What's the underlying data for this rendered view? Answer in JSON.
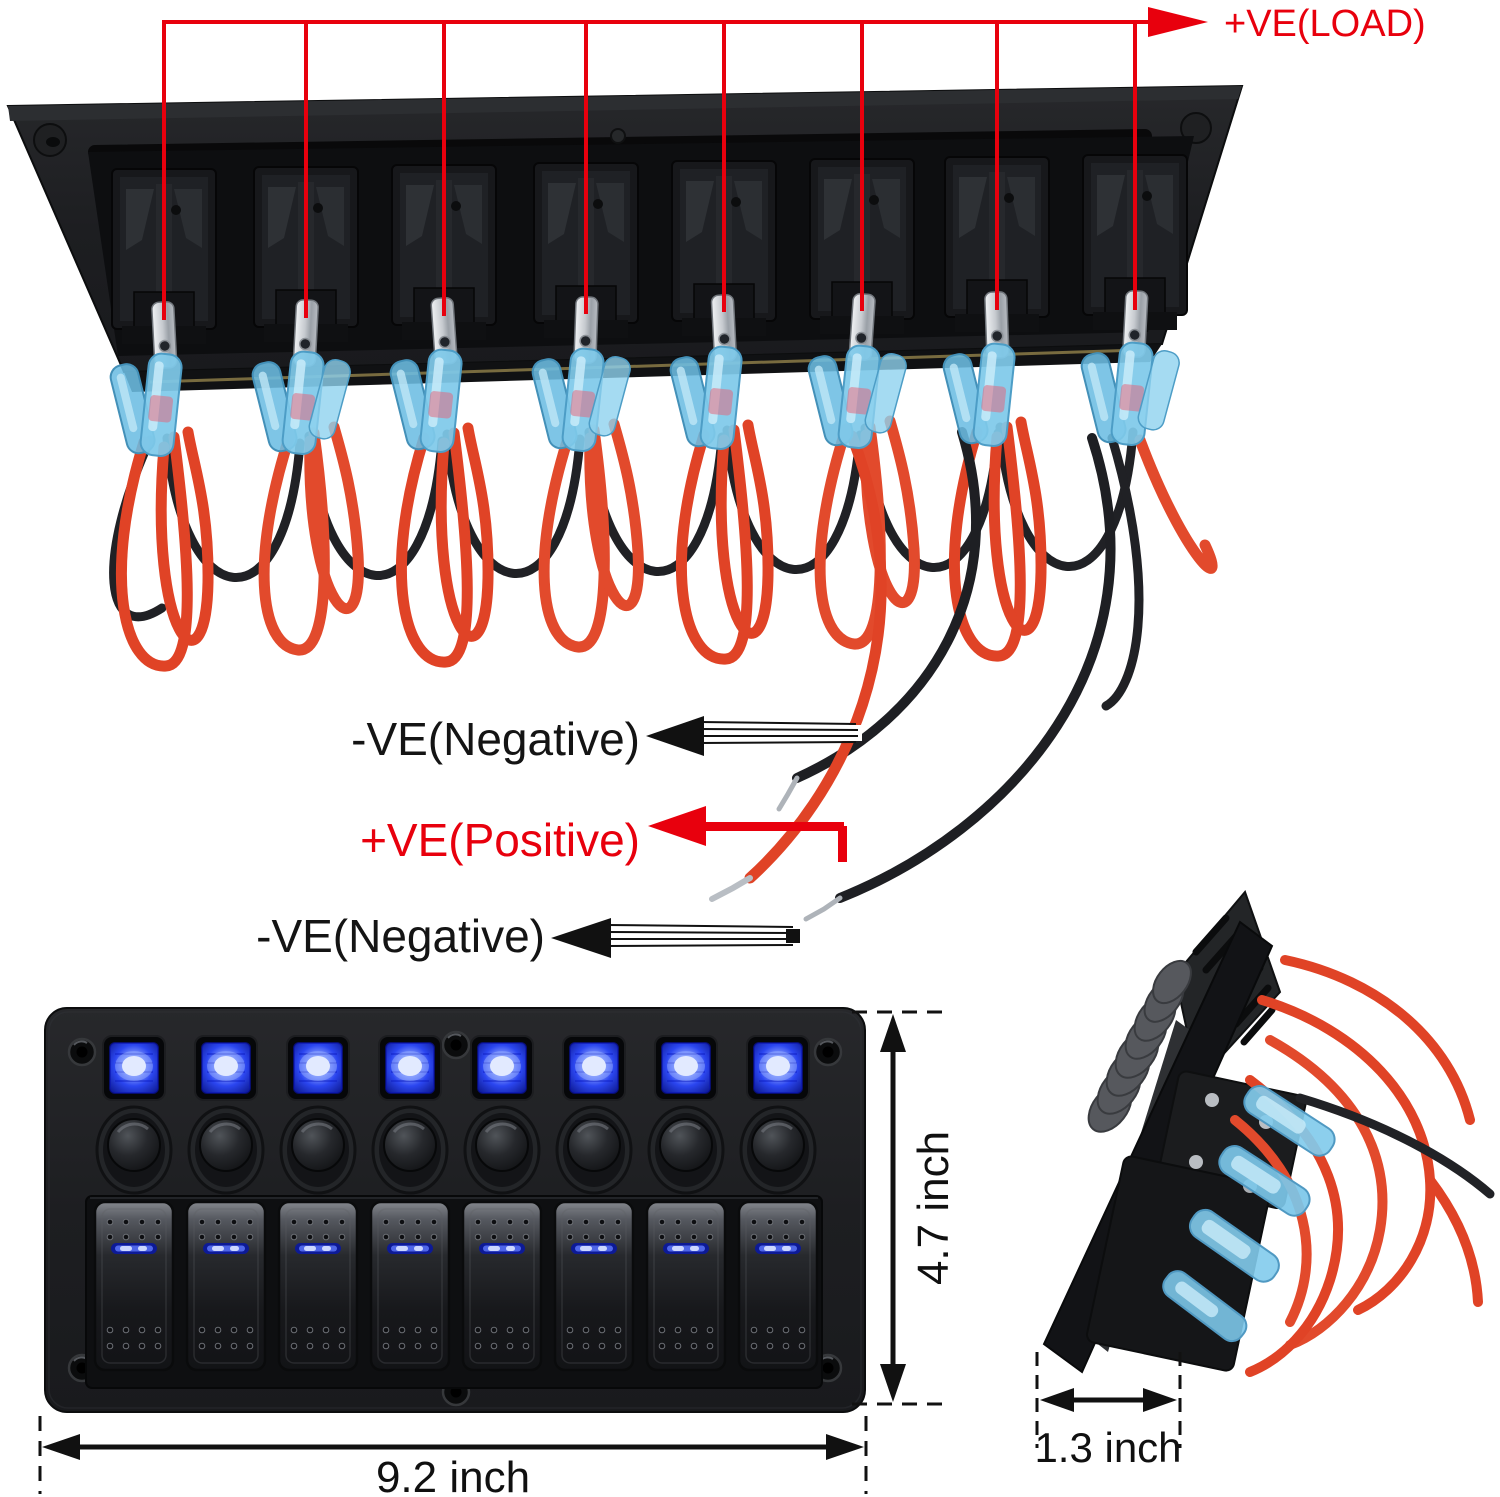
{
  "labels": {
    "load": "+VE(LOAD)",
    "negative_top": "-VE(Negative)",
    "positive": "+VE(Positive)",
    "negative_bottom": "-VE(Negative)"
  },
  "dimensions": {
    "width": "9.2 inch",
    "height": "4.7 inch",
    "depth": "1.3 inch"
  },
  "panel": {
    "gang_count": 8,
    "rows": [
      "led-indicators",
      "circuit-breaker-buttons",
      "rocker-switches"
    ],
    "annotation_red": "#e8000d",
    "led_blue": "#2b46f0",
    "rocker_light_blue": "#4f66e8",
    "wire_positive_color": "#e04326",
    "wire_negative_color": "#202125",
    "connector_blue": "#7fc9ea",
    "terminal_silver": "#c9ccd1"
  }
}
